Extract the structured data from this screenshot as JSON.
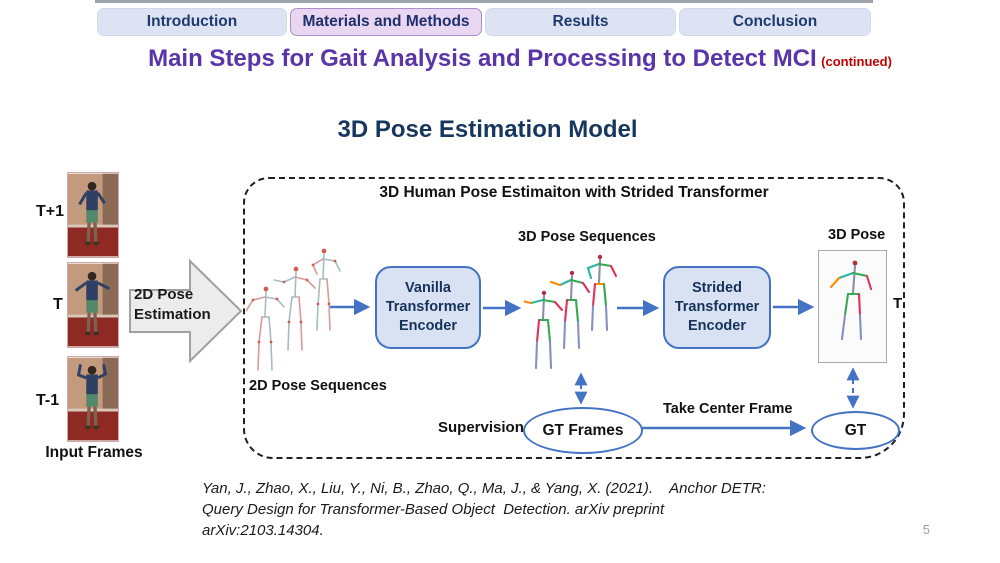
{
  "tabs": [
    {
      "label": "Introduction",
      "active": false
    },
    {
      "label": "Materials and Methods",
      "active": true
    },
    {
      "label": "Results",
      "active": false
    },
    {
      "label": "Conclusion",
      "active": false
    }
  ],
  "title": {
    "main": "Main Steps for Gait Analysis and Processing to Detect MCI",
    "suffix": "(continued)"
  },
  "subtitle": "3D Pose Estimation Model",
  "input": {
    "frame_labels": [
      "T+1",
      "T",
      "T-1"
    ],
    "caption": "Input Frames"
  },
  "arrow2d": {
    "label": "2D Pose Estimation"
  },
  "diagram": {
    "box_title": "3D Human Pose Estimaiton with Strided Transformer",
    "labels": {
      "pose2d_seq": "2D Pose Sequences",
      "pose3d_seq": "3D Pose Sequences",
      "pose3d": "3D Pose",
      "t_right": "T",
      "supervision": "Supervision",
      "take_center": "Take Center Frame"
    },
    "nodes": {
      "vanilla": "Vanilla\nTransformer\nEncoder",
      "strided": "Strided\nTransformer\nEncoder",
      "gt_frames": "GT Frames",
      "gt": "GT"
    }
  },
  "citation": {
    "line1": "Yan, J., Zhao, X., Liu, Y., Ni, B., Zhao, Q., Ma, J., & Yang, X. (2021).    Anchor DETR:",
    "line2": "Query Design for Transformer-Based Object  Detection. arXiv preprint",
    "line3": "arXiv:2103.14304."
  },
  "page_number": "5",
  "colors": {
    "accent_blue": "#4472C4",
    "title_purple": "#5935A8",
    "continued_red": "#C00000",
    "subtitle_navy": "#17375E",
    "tab_inactive": "#DDE3F3",
    "tab_active": "#E9D7F2",
    "node_fill": "#D9E2F3"
  }
}
